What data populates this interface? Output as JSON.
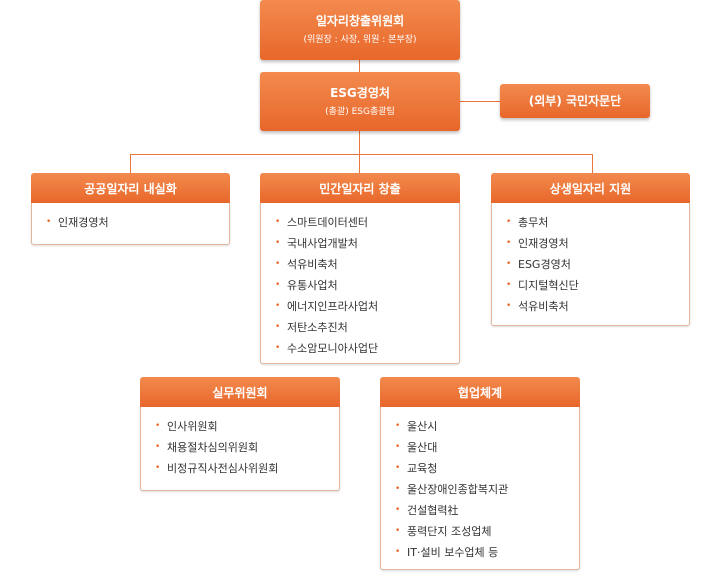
{
  "committee": {
    "title": "일자리창출위원회",
    "sub": "(위원장 : 사장, 위원 : 본부장)"
  },
  "esg": {
    "title": "ESG경영처",
    "sub": "(총괄) ESG총괄팀"
  },
  "external": {
    "title": "(외부) 국민자문단"
  },
  "public_box": {
    "title": "공공일자리 내실화",
    "items": [
      "인재경영처"
    ]
  },
  "private_box": {
    "title": "민간일자리 창출",
    "items": [
      "스마트데이터센터",
      "국내사업개발처",
      "석유비축처",
      "유통사업처",
      "에너지인프라사업처",
      "저탄소추진처",
      "수소암모니아사업단"
    ]
  },
  "coexist_box": {
    "title": "상생일자리 지원",
    "items": [
      "총무처",
      "인재경영처",
      "ESG경영처",
      "디지털혁신단",
      "석유비축처"
    ]
  },
  "working_box": {
    "title": "실무위원회",
    "items": [
      "인사위원회",
      "채용절차심의위원회",
      "비정규직사전심사위원회"
    ]
  },
  "coop_box": {
    "title": "협업체계",
    "items": [
      "울산시",
      "울산대",
      "교육청",
      "울산장애인종합복지관",
      "건설협력社",
      "풍력단지 조성업체",
      "IT·설비 보수업체 등"
    ]
  }
}
